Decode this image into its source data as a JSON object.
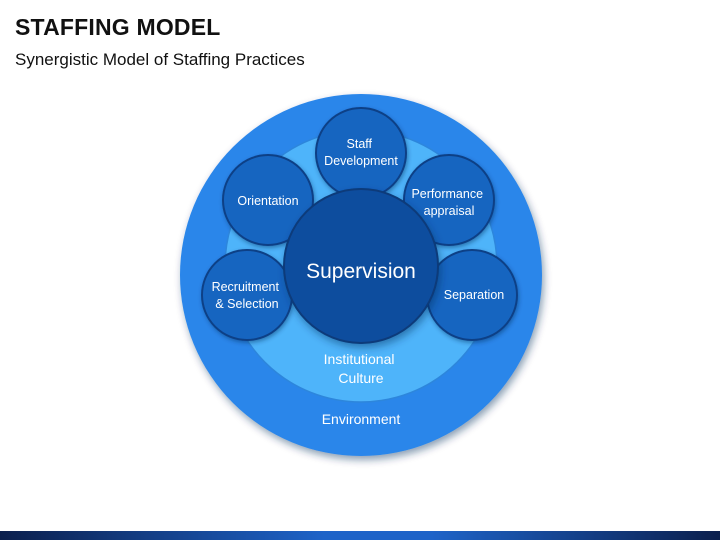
{
  "title": "STAFFING MODEL",
  "subtitle": "Synergistic Model of Staffing Practices",
  "diagram": {
    "environment": "Environment",
    "institutional_culture": [
      "Institutional",
      "Culture"
    ],
    "center": "Supervision",
    "satellites": {
      "staff_development": [
        "Staff",
        "Development"
      ],
      "orientation": [
        "Orientation"
      ],
      "performance_appraisal": [
        "Performance",
        "appraisal"
      ],
      "recruitment_selection": [
        "Recruitment",
        "& Selection"
      ],
      "separation": [
        "Separation"
      ]
    }
  },
  "colors": {
    "environment": "#2a86ea",
    "culture": "#4eb4fa",
    "satellite": "#1565c0",
    "satellite_stroke": "#0d3f86",
    "center": "#0b4d9e",
    "text": "#ffffff"
  }
}
